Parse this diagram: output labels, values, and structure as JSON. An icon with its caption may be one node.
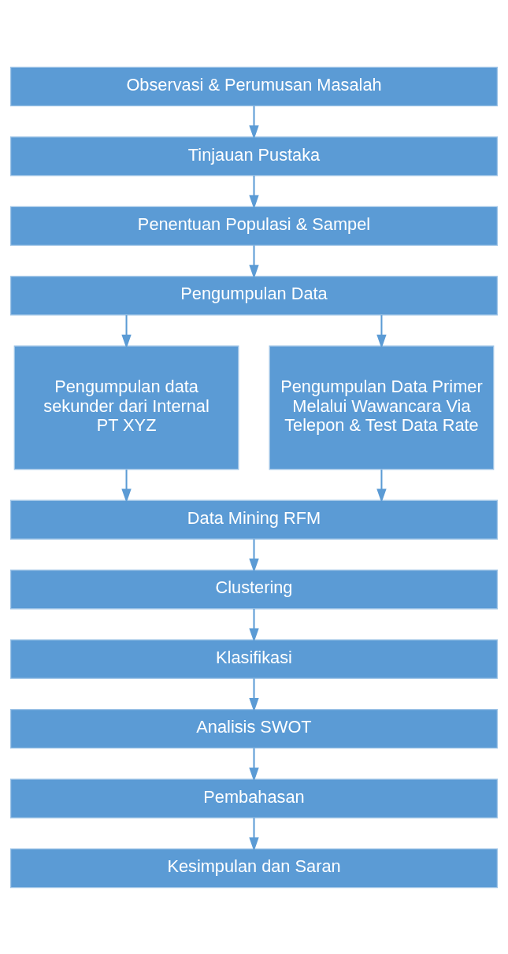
{
  "diagram": {
    "nodes": [
      {
        "text": [
          "Observasi & Perumusan Masalah"
        ]
      },
      {
        "text": [
          "Tinjauan Pustaka"
        ]
      },
      {
        "text": [
          "Penentuan Populasi & Sampel"
        ]
      },
      {
        "text": [
          "Pengumpulan Data"
        ]
      },
      {
        "text": [
          "Pengumpulan data sekunder dari Internal PT XYZ"
        ]
      },
      {
        "text": [
          "Pengumpulan Data Primer Melalui Wawancara Via Telepon & Test Data Rate"
        ]
      },
      {
        "text": [
          "Data Mining RFM"
        ]
      },
      {
        "text": [
          "Clustering"
        ]
      },
      {
        "text": [
          "Klasifikasi"
        ]
      },
      {
        "text": [
          "Analisis SWOT"
        ]
      },
      {
        "text": [
          "Pembahasan"
        ]
      },
      {
        "text": [
          "Kesimpulan dan Saran"
        ]
      }
    ],
    "edges": [
      {
        "from": 0,
        "to": 1,
        "arrow": "to"
      },
      {
        "from": 1,
        "to": 2,
        "arrow": "to"
      },
      {
        "from": 2,
        "to": 3,
        "arrow": "to"
      },
      {
        "from": 3,
        "to": 4,
        "arrow": "to"
      },
      {
        "from": 3,
        "to": 5,
        "arrow": "to"
      },
      {
        "from": 4,
        "to": 6,
        "arrow": "to"
      },
      {
        "from": 5,
        "to": 6,
        "arrow": "to"
      },
      {
        "from": 6,
        "to": 7,
        "arrow": "to"
      },
      {
        "from": 7,
        "to": 8,
        "arrow": "to"
      },
      {
        "from": 8,
        "to": 9,
        "arrow": "to"
      },
      {
        "from": 9,
        "to": 10,
        "arrow": "to"
      },
      {
        "from": 10,
        "to": 11,
        "arrow": "to"
      }
    ]
  }
}
